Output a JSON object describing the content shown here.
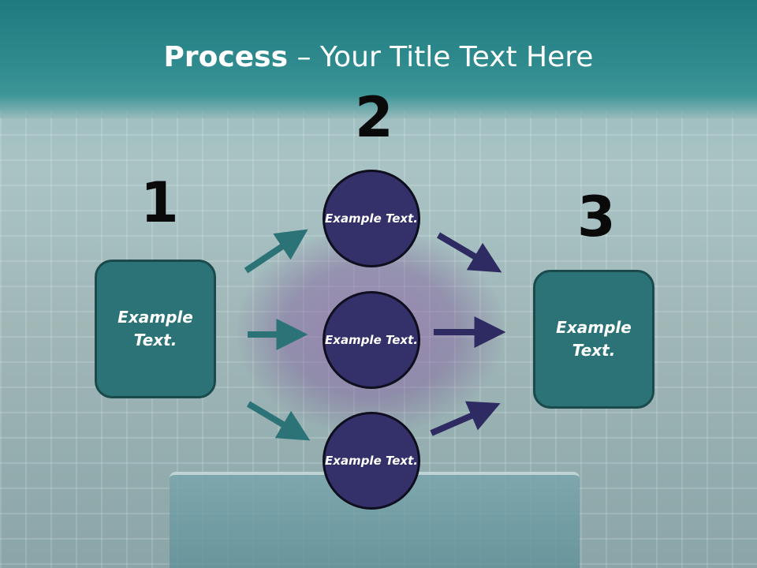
{
  "title": {
    "bold": "Process",
    "rest": " – Your Title Text Here"
  },
  "steps": {
    "one": "1",
    "two": "2",
    "three": "3"
  },
  "left_box": {
    "label": "Example Text."
  },
  "right_box": {
    "label": "Example Text."
  },
  "circles": [
    {
      "label": "Example Text."
    },
    {
      "label": "Example Text."
    },
    {
      "label": "Example Text."
    }
  ],
  "colors": {
    "teal_box": "#2b7376",
    "circle_fill": "#33306a",
    "arrow_teal": "#2b7376",
    "arrow_navy": "#2e2b62",
    "header": "#2f8b8e"
  }
}
